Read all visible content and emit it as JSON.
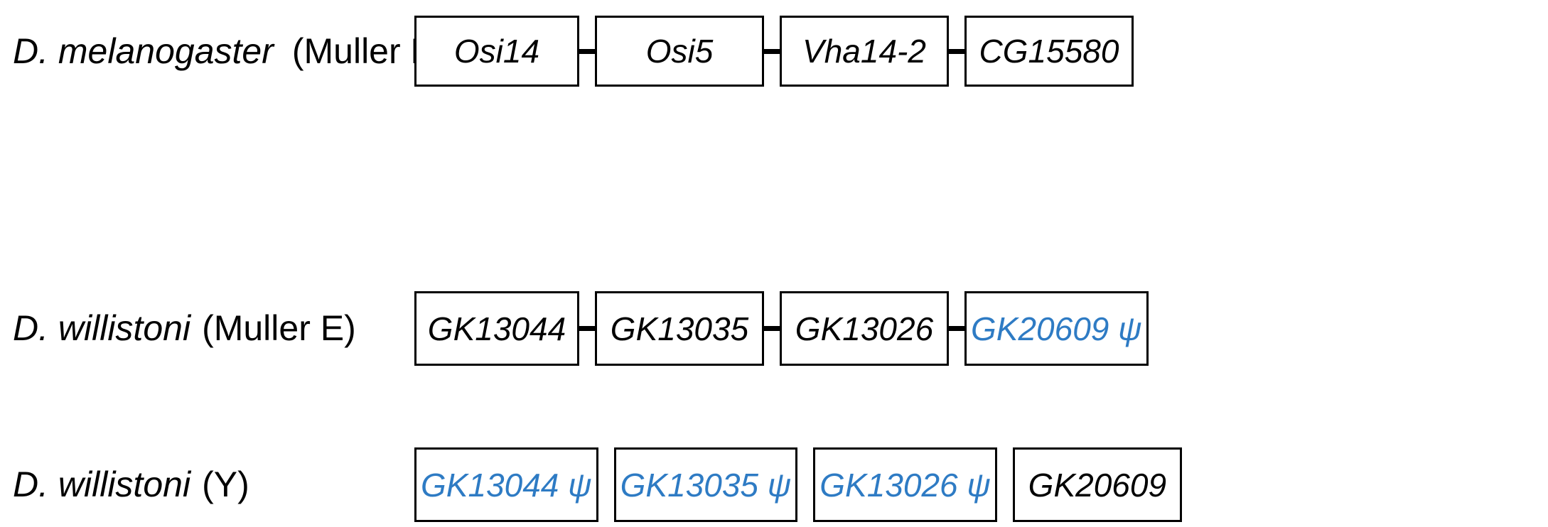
{
  "figure": {
    "background_color": "#ffffff",
    "pseudogene_color": "#2e7bc4",
    "gene_color": "#000000",
    "border_color": "#000000"
  },
  "rows": [
    {
      "id": "row-1",
      "species": "D. melanogaster",
      "chromosome": "(Muller E)",
      "linked": true,
      "genes": [
        {
          "label": "Osi14",
          "pseudogene": false
        },
        {
          "label": "Osi5",
          "pseudogene": false
        },
        {
          "label": "Vha14-2",
          "pseudogene": false
        },
        {
          "label": "CG15580",
          "pseudogene": false
        }
      ]
    },
    {
      "id": "row-2",
      "species": "D. willistoni",
      "chromosome": "(Muller E)",
      "linked": true,
      "genes": [
        {
          "label": "GK13044",
          "pseudogene": false
        },
        {
          "label": "GK13035",
          "pseudogene": false
        },
        {
          "label": "GK13026",
          "pseudogene": false
        },
        {
          "label": "GK20609 ψ",
          "pseudogene": true
        }
      ]
    },
    {
      "id": "row-3",
      "species": "D. willistoni",
      "chromosome": "(Y)",
      "linked": false,
      "genes": [
        {
          "label": "GK13044 ψ",
          "pseudogene": true
        },
        {
          "label": "GK13035 ψ",
          "pseudogene": true
        },
        {
          "label": "GK13026 ψ",
          "pseudogene": true
        },
        {
          "label": "GK20609",
          "pseudogene": false
        }
      ]
    }
  ]
}
